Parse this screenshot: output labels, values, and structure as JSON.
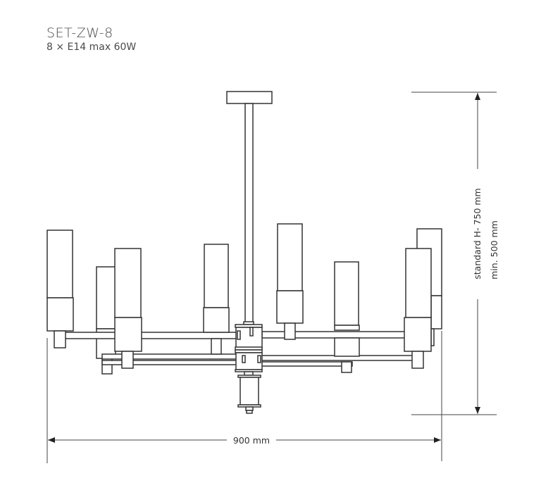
{
  "header": {
    "model": "SET-ZW-8",
    "spec": "8 × E14 max 60W"
  },
  "dimensions": {
    "width_label": "900 mm",
    "height_standard_label": "standard H- 750 mm",
    "height_min_label": "min. 500 mm"
  },
  "drawing": {
    "type": "chandelier-technical-drawing",
    "lamp_count": 8,
    "line_color": "#333333"
  }
}
